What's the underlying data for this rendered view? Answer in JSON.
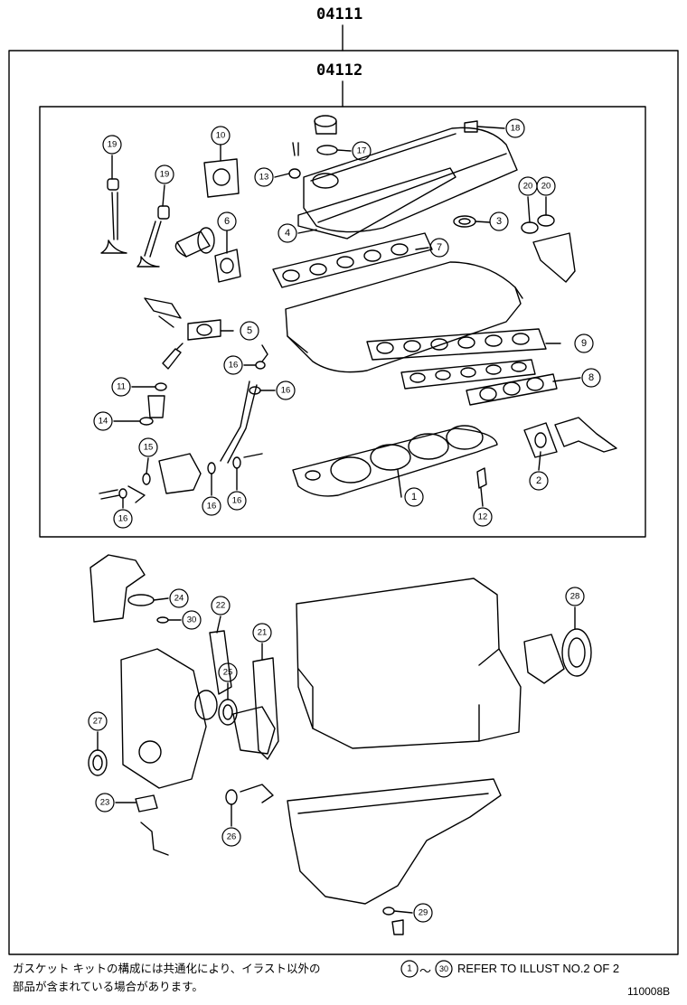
{
  "assembly_code": "04111",
  "subassembly_code": "04112",
  "parts": [
    {
      "no": "1"
    },
    {
      "no": "2"
    },
    {
      "no": "3"
    },
    {
      "no": "4"
    },
    {
      "no": "5"
    },
    {
      "no": "6"
    },
    {
      "no": "7"
    },
    {
      "no": "8"
    },
    {
      "no": "9"
    },
    {
      "no": "10"
    },
    {
      "no": "11"
    },
    {
      "no": "12"
    },
    {
      "no": "13"
    },
    {
      "no": "14"
    },
    {
      "no": "15"
    },
    {
      "no": "16"
    },
    {
      "no": "16"
    },
    {
      "no": "16"
    },
    {
      "no": "16"
    },
    {
      "no": "16"
    },
    {
      "no": "17"
    },
    {
      "no": "18"
    },
    {
      "no": "19"
    },
    {
      "no": "19"
    },
    {
      "no": "20"
    },
    {
      "no": "20"
    },
    {
      "no": "21"
    },
    {
      "no": "22"
    },
    {
      "no": "23"
    },
    {
      "no": "24"
    },
    {
      "no": "25"
    },
    {
      "no": "26"
    },
    {
      "no": "27"
    },
    {
      "no": "28"
    },
    {
      "no": "29"
    },
    {
      "no": "30"
    }
  ],
  "footer": {
    "note_line1": "ガスケット キットの構成には共通化により、イラスト以外の",
    "note_line2": "部品が含まれている場合があります。",
    "ref_from": "1",
    "ref_tilde": "〜",
    "ref_to": "30",
    "ref_text": "REFER TO ILLUST NO.2 OF 2",
    "illustration_no": "110008B"
  }
}
